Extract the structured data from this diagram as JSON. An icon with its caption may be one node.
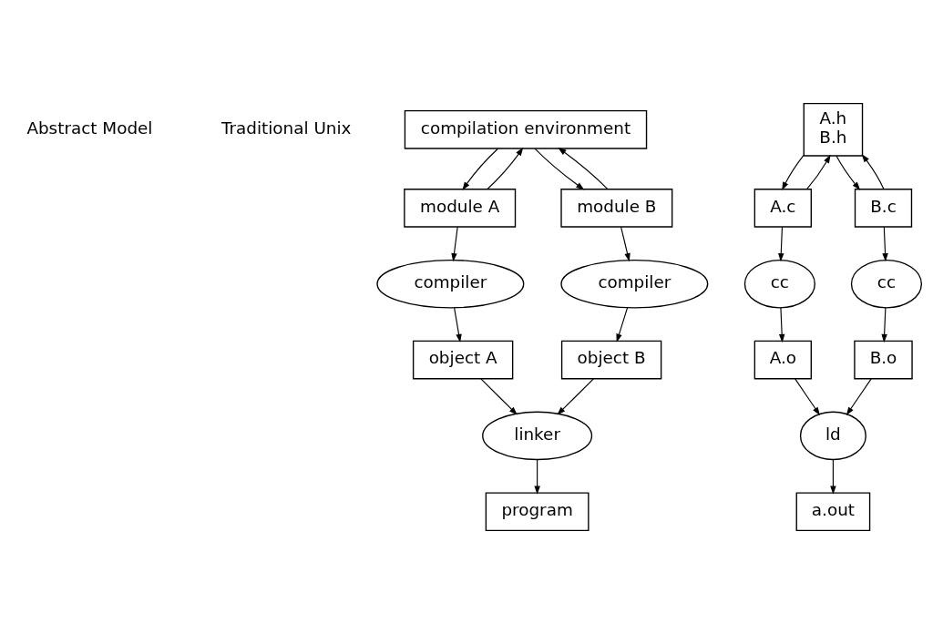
{
  "diagram": {
    "nodes": [
      {
        "text": [
          "compilation environment"
        ]
      },
      {
        "text": [
          "module A"
        ]
      },
      {
        "text": [
          "module B"
        ]
      },
      {
        "text": [
          "compiler"
        ]
      },
      {
        "text": [
          "compiler"
        ]
      },
      {
        "text": [
          "object A"
        ]
      },
      {
        "text": [
          "object B"
        ]
      },
      {
        "text": [
          "linker"
        ]
      },
      {
        "text": [
          "program"
        ]
      },
      {
        "text": [
          "A.h",
          "B.h"
        ]
      },
      {
        "text": [
          "A.c"
        ]
      },
      {
        "text": [
          "B.c"
        ]
      },
      {
        "text": [
          "cc"
        ]
      },
      {
        "text": [
          "cc"
        ]
      },
      {
        "text": [
          "A.o"
        ]
      },
      {
        "text": [
          "B.o"
        ]
      },
      {
        "text": [
          "ld"
        ]
      },
      {
        "text": [
          "a.out"
        ]
      }
    ],
    "edges": [
      {
        "from": 1,
        "to": 0,
        "arrow": "to"
      },
      {
        "from": 0,
        "to": 1,
        "arrow": "to"
      },
      {
        "from": 0,
        "to": 2,
        "arrow": "to"
      },
      {
        "from": 2,
        "to": 0,
        "arrow": "to"
      },
      {
        "from": 1,
        "to": 3,
        "arrow": "to"
      },
      {
        "from": 2,
        "to": 4,
        "arrow": "to"
      },
      {
        "from": 3,
        "to": 5,
        "arrow": "to"
      },
      {
        "from": 4,
        "to": 6,
        "arrow": "to"
      },
      {
        "from": 5,
        "to": 7,
        "arrow": "to"
      },
      {
        "from": 6,
        "to": 7,
        "arrow": "to"
      },
      {
        "from": 7,
        "to": 8,
        "arrow": "to"
      },
      {
        "from": 10,
        "to": 9,
        "arrow": "to"
      },
      {
        "from": 9,
        "to": 10,
        "arrow": "to"
      },
      {
        "from": 9,
        "to": 11,
        "arrow": "to"
      },
      {
        "from": 11,
        "to": 9,
        "arrow": "to"
      },
      {
        "from": 10,
        "to": 12,
        "arrow": "to"
      },
      {
        "from": 11,
        "to": 13,
        "arrow": "to"
      },
      {
        "from": 12,
        "to": 14,
        "arrow": "to"
      },
      {
        "from": 13,
        "to": 15,
        "arrow": "to"
      },
      {
        "from": 14,
        "to": 16,
        "arrow": "to"
      },
      {
        "from": 15,
        "to": 16,
        "arrow": "to"
      },
      {
        "from": 16,
        "to": 17,
        "arrow": "to"
      }
    ],
    "labels": [
      "Abstract Model",
      "Traditional Unix"
    ]
  }
}
